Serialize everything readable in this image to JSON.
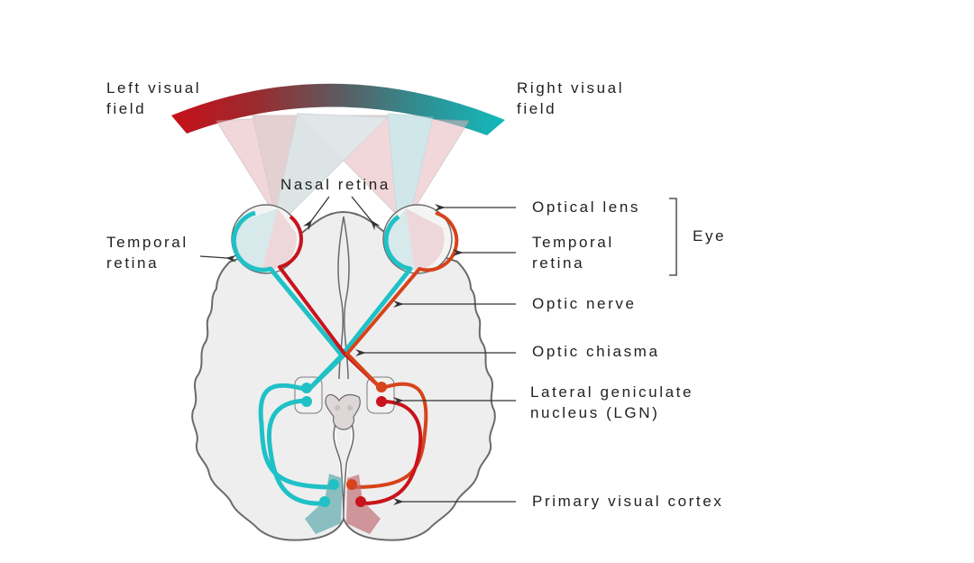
{
  "title": "Human visual pathway",
  "visual_fields": {
    "left": [
      "Left visual",
      "field"
    ],
    "right": [
      "Right visual",
      "field"
    ],
    "left_color": "#c8101a",
    "right_color": "#18b5b8"
  },
  "labels": {
    "nasal_retina": "Nasal retina",
    "temporal_retina_left": [
      "Temporal",
      "retina"
    ],
    "optical_lens": "Optical lens",
    "temporal_retina_right": [
      "Temporal",
      "retina"
    ],
    "eye_group": "Eye",
    "optic_nerve": "Optic nerve",
    "optic_chiasma": "Optic chiasma",
    "lgn": [
      "Lateral geniculate",
      "nucleus (LGN)"
    ],
    "primary_visual_cortex": "Primary visual cortex"
  },
  "colors": {
    "cyan_pathway": "#1fc1c6",
    "red_pathway": "#c8141c",
    "orange_pathway": "#d7431a",
    "brain_fill": "#eeeeef",
    "outline": "#6a6a6a",
    "arrow": "#333333"
  }
}
